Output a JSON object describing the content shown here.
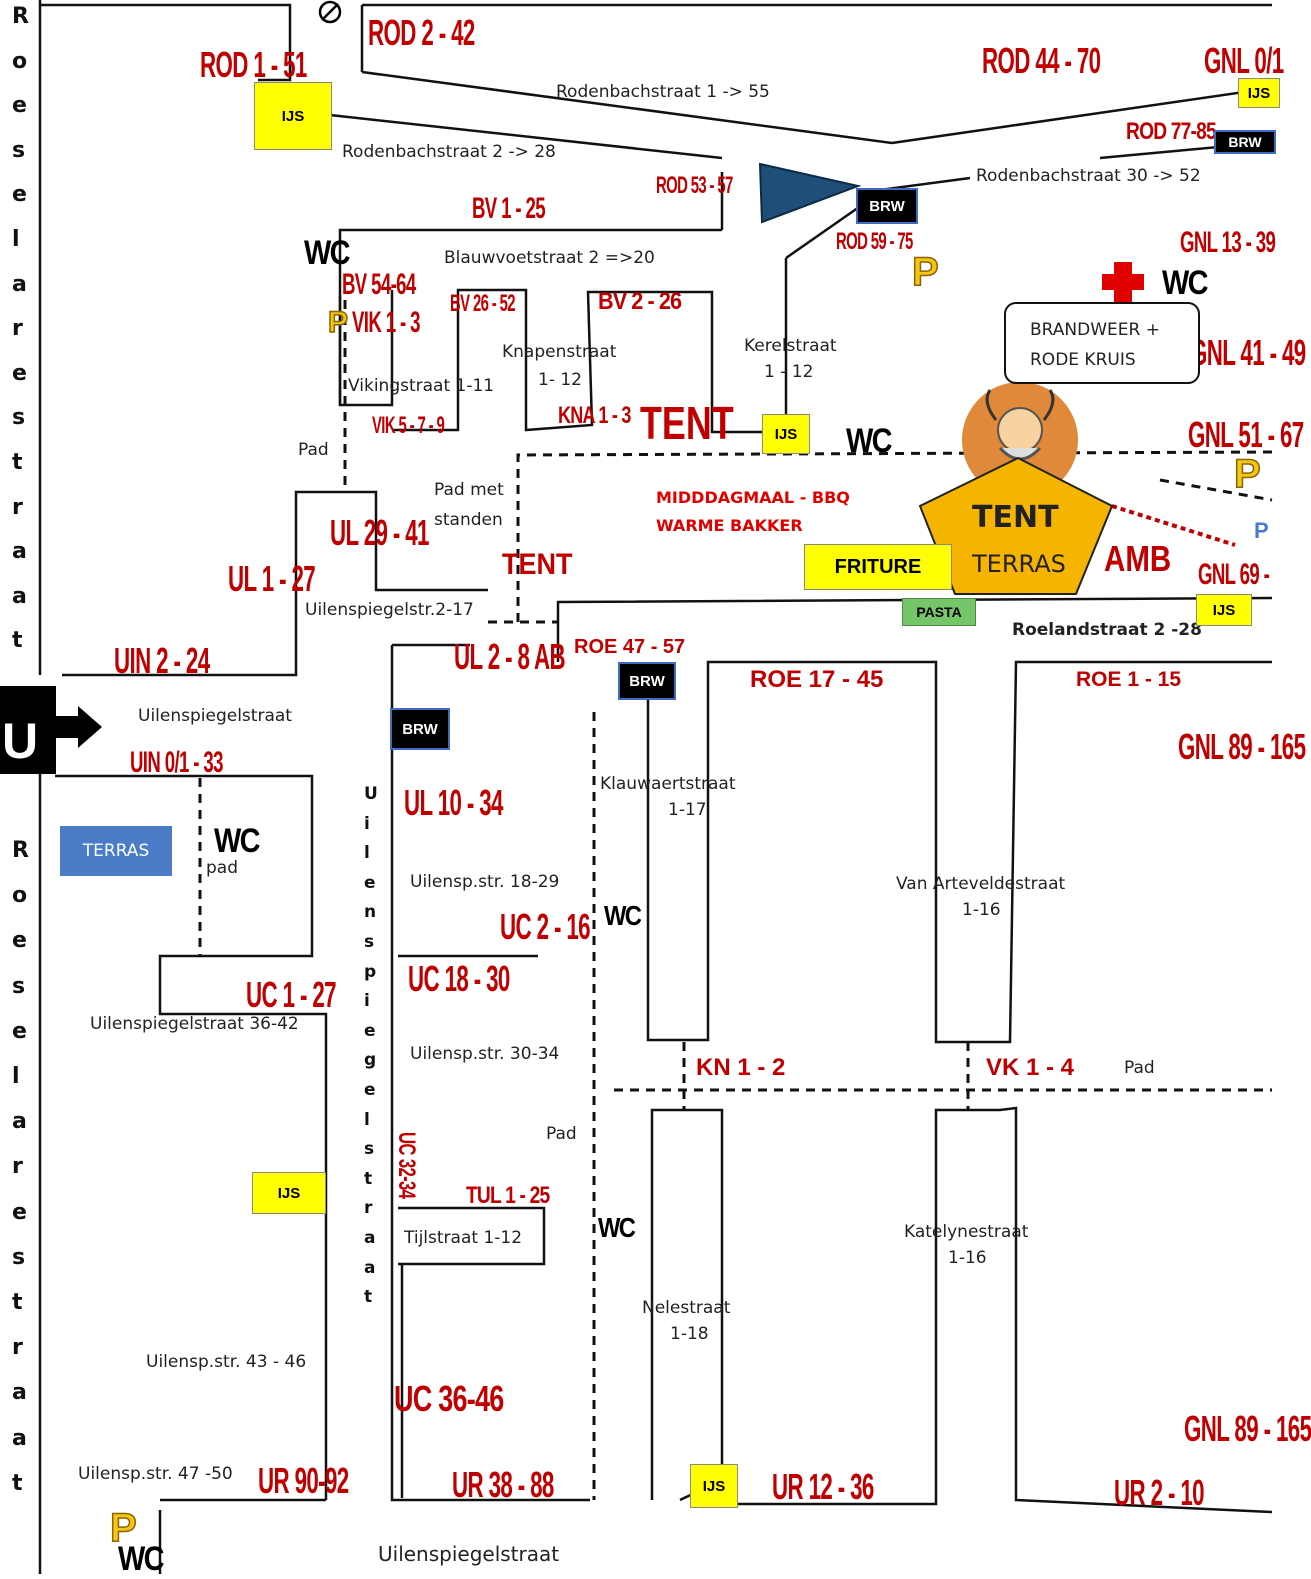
{
  "codes": {
    "rod1_51": "ROD 1 - 51",
    "rod2_42": "ROD 2 - 42",
    "rod44_70": "ROD 44 - 70",
    "gnl0_1": "GNL 0/1",
    "rod77_85": "ROD 77-85",
    "rod53_57": "ROD 53 - 57",
    "bv1_25": "BV 1 - 25",
    "rod59_75": "ROD 59 - 75",
    "gnl13_39": "GNL 13 - 39",
    "bv54_64": "BV 54-64",
    "vik1_3": "VIK 1 - 3",
    "bv26_52": "BV 26 - 52",
    "bv2_26": "BV 2 - 26",
    "gnl41_49": "GNL 41 - 49",
    "vik5_9": "VIK 5 - 7 - 9",
    "kna1_3": "KNA 1 - 3",
    "gnl51_67": "GNL 51 - 67",
    "ul29_41": "UL 29 - 41",
    "ul1_27": "UL 1 - 27",
    "gnl69": "GNL 69 -",
    "uin2_24": "UIN 2 - 24",
    "ul2_8ab": "UL 2 - 8 AB",
    "roe47_57": "ROE 47 - 57",
    "roe17_45": "ROE 17 - 45",
    "roe1_15": "ROE 1 - 15",
    "gnl89_165a": "GNL 89 - 165",
    "uin0_33": "UIN 0/1 - 33",
    "ul10_34": "UL 10 - 34",
    "uc2_16": "UC 2 - 16",
    "uc18_30": "UC 18 - 30",
    "uc1_27": "UC 1 - 27",
    "kn1_2": "KN 1 - 2",
    "vk1_4": "VK 1 - 4",
    "uc32_34": "UC 32-34",
    "tul1_25": "TUL 1 - 25",
    "uc36_46": "UC 36-46",
    "gnl89_165b": "GNL 89 - 165",
    "ur90_92": "UR 90-92",
    "ur38_88": "UR 38 - 88",
    "ur12_36": "UR 12 - 36",
    "ur2_10": "UR 2 - 10"
  },
  "streets": {
    "rodenbach_1_55": "Rodenbachstraat 1 -> 55",
    "rodenbach_2_28": "Rodenbachstraat 2 -> 28",
    "rodenbach_30_52": "Rodenbachstraat 30 -> 52",
    "blauwvoet": "Blauwvoetstraat 2 =>20",
    "knapen_1": "Knapenstraat",
    "knapen_2": "1- 12",
    "kerel_1": "Kerelstraat",
    "kerel_2": "1 - 12",
    "viking": "Vikingstraat 1-11",
    "pad_top": "Pad",
    "pad_standen_1": "Pad met",
    "pad_standen_2": "standen",
    "uilensp_2_17": "Uilenspiegelstr.2-17",
    "roeland": "Roelandstraat 2 -28",
    "uilensp_left": "Uilenspiegelstraat",
    "klauw_1": "Klauwaertstraat",
    "klauw_2": "1-17",
    "pad_left": "pad",
    "uilensp_18_29": "Uilensp.str. 18-29",
    "arteveld_1": "Van Arteveldestraat",
    "arteveld_2": "1-16",
    "uilensp_36_42": "Uilenspiegelstraat 36-42",
    "uilensp_30_34": "Uilensp.str. 30-34",
    "pad_right": "Pad",
    "pad_mid": "Pad",
    "tijl": "Tijlstraat 1-12",
    "kately_1": "Katelynestraat",
    "kately_2": "1-16",
    "neles_1": "Nelestraat",
    "neles_2": "1-18",
    "uilensp_43_46": "Uilensp.str. 43 - 46",
    "uilensp_47_50": "Uilensp.str. 47 -50",
    "uilensp_bottom": "Uilenspiegelstraat"
  },
  "vertical_streets": {
    "roeselarestraat_top": [
      "R",
      "o",
      "e",
      "s",
      "e",
      "l",
      "a",
      "r",
      "e",
      "s",
      "t",
      "r",
      "a",
      "a",
      "t"
    ],
    "roeselarestraat_bottom": [
      "R",
      "o",
      "e",
      "s",
      "e",
      "l",
      "a",
      "r",
      "e",
      "s",
      "t",
      "r",
      "a",
      "a",
      "t"
    ],
    "uilenspiegelstraat": [
      "U",
      "i",
      "l",
      "e",
      "n",
      "s",
      "p",
      "i",
      "e",
      "g",
      "e",
      "l",
      "s",
      "t",
      "r",
      "a",
      "a",
      "t"
    ]
  },
  "facilities": {
    "ijs": "IJS",
    "brw": "BRW",
    "wc": "WC",
    "p": "P",
    "pasta": "PASTA",
    "friture": "FRITURE",
    "terras": "TERRAS",
    "amb": "AMB",
    "tent": "TENT",
    "tent_terras_1": "TENT",
    "tent_terras_2": "TERRAS",
    "brandweer_1": "BRANDWEER +",
    "brandweer_2": "RODE KRUIS",
    "midddag_1": "MIDDDAGMAAL - BBQ",
    "midddag_2": "WARME BAKKER",
    "entrance_letter": "U"
  },
  "colors": {
    "code_red": "#c00000",
    "ijs_yellow": "#ffff00",
    "terras_blue": "#4a7cc7",
    "pasta_green": "#77c56b",
    "tent_orange": "#f5b400",
    "flag_blue": "#1f4e79",
    "cross_red": "#e00000"
  },
  "icons": [
    "no-entry-icon",
    "flag-icon",
    "red-cross-icon",
    "viking-logo-icon",
    "entrance-arrow-icon"
  ]
}
